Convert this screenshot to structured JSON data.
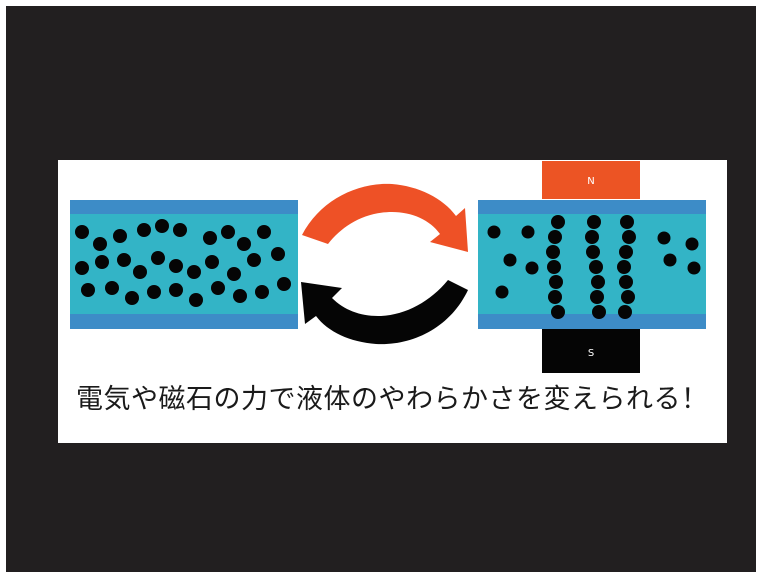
{
  "colors": {
    "background": "#221f20",
    "panel": "#ffffff",
    "plate": "#3d8cc7",
    "liquid": "#33b4c6",
    "particle": "#050505",
    "north_magnet": "#ec5424",
    "south_magnet": "#050505",
    "forward_arrow": "#ee5126",
    "return_arrow": "#050505"
  },
  "magnet": {
    "north_label": "N",
    "south_label": "S"
  },
  "caption": "電気や磁石の力で液体のやわらかさを変えられる！",
  "state_before": {
    "particle_arrangement": "random"
  },
  "state_after": {
    "particle_arrangement": "chains",
    "chain_count": 3
  }
}
